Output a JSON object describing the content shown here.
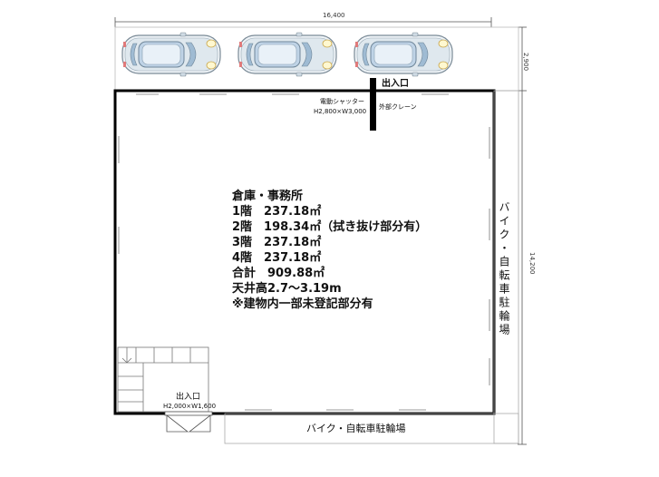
{
  "dimensions": {
    "width_total": "16,400",
    "parking_depth": "2,900",
    "height_total": "14,200"
  },
  "entrances": {
    "top_label": "出入口",
    "shutter_label": "電動シャッター",
    "shutter_size": "H2,800×W3,000",
    "crane_label": "外部クレーン",
    "bottom_label": "出入口",
    "bottom_size": "H2,000×W1,600"
  },
  "building_info": {
    "lines": [
      "倉庫・事務所",
      " 1階　237.18㎡",
      " 2階　198.34㎡（拭き抜け部分有）",
      " 3階　237.18㎡",
      " 4階　237.18㎡",
      "合計　909.88㎡",
      "天井高2.7～3.19m",
      "※建物内一部未登記部分有"
    ]
  },
  "bike_parking": {
    "right_label": "バイク・自転車駐輪場",
    "bottom_label": "バイク・自転車駐輪場"
  },
  "cars": [
    {
      "name": "car-1"
    },
    {
      "name": "car-2"
    },
    {
      "name": "car-3"
    }
  ]
}
